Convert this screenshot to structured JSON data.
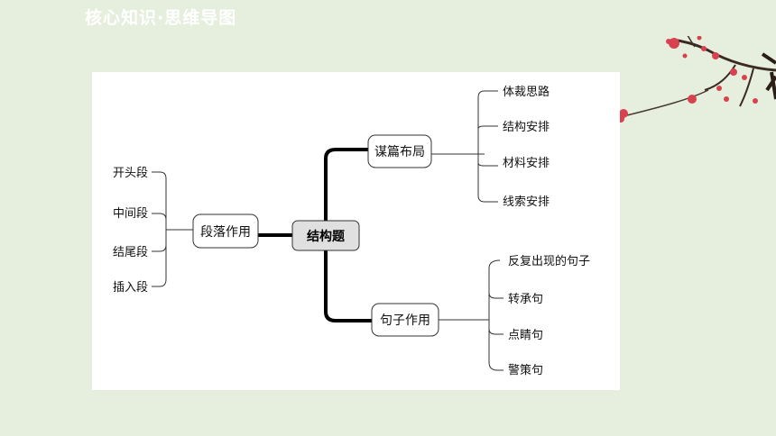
{
  "slide": {
    "title": "核心知识·思维导图"
  },
  "mindmap": {
    "root": "结构题",
    "left_branch": {
      "label": "段落作用",
      "items": [
        "开头段",
        "中间段",
        "结尾段",
        "插入段"
      ]
    },
    "top_branch": {
      "label": "谋篇布局",
      "items": [
        "体裁思路",
        "结构安排",
        "材料安排",
        "线索安排"
      ]
    },
    "bottom_branch": {
      "label": "句子作用",
      "items": [
        "反复出现的句子",
        "转承句",
        "点睛句",
        "警策句"
      ]
    }
  },
  "decoration": {
    "icon": "plum-blossom-branch-icon"
  }
}
